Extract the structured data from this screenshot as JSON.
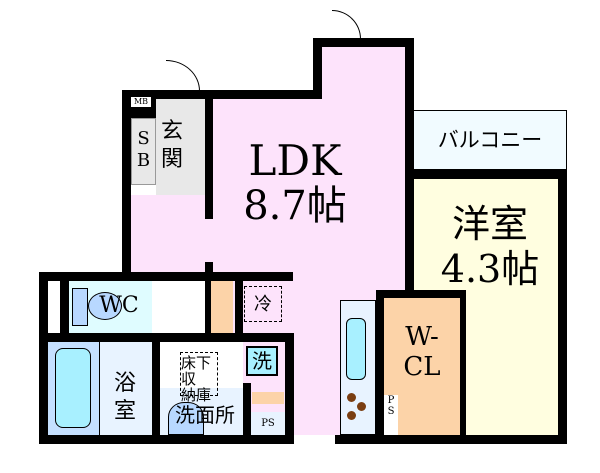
{
  "rooms": {
    "ldk": {
      "name": "LDK",
      "size": "8.7帖"
    },
    "western": {
      "name": "洋室",
      "size": "4.3帖"
    },
    "balcony": "バルコニー",
    "entrance": "玄関",
    "shoe_box": [
      "S",
      "B"
    ],
    "meter_box": "MB",
    "wc": "WC",
    "bath": [
      "浴",
      "室"
    ],
    "washroom": "洗面所",
    "underfloor": [
      "床下収",
      "納庫"
    ],
    "washer": "洗",
    "fridge": "冷",
    "closet": [
      "W-",
      "CL"
    ],
    "ps": "PS",
    "ps2": [
      "P",
      "S"
    ]
  },
  "colors": {
    "ldk": "#fde3fb",
    "western": "#fffee0",
    "closet": "#fcd3a8",
    "wall": "#000000"
  }
}
